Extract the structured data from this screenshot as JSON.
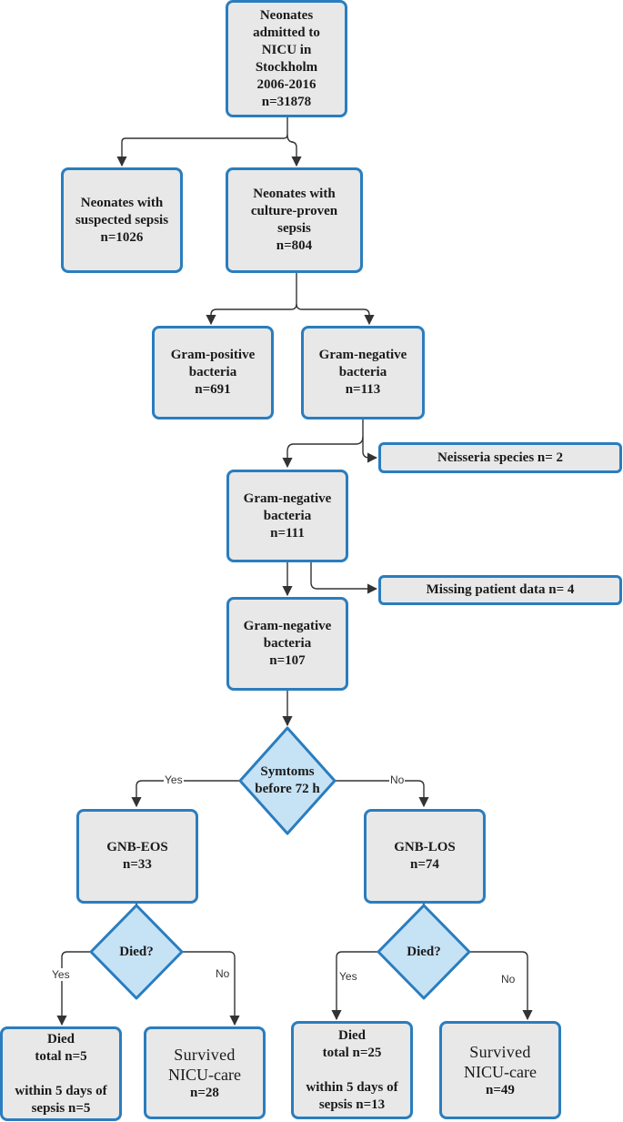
{
  "nodes": {
    "admitted": [
      "Neonates",
      "admitted to",
      "NICU in",
      "Stockholm",
      "2006-2016",
      "n=31878"
    ],
    "suspected": [
      "Neonates with",
      "suspected sepsis",
      "n=1026"
    ],
    "culture_proven": [
      "Neonates with",
      "culture-proven",
      "sepsis",
      "n=804"
    ],
    "gram_positive": [
      "Gram-positive",
      "bacteria",
      "n=691"
    ],
    "gram_negative_113": [
      "Gram-negative",
      "bacteria",
      "n=113"
    ],
    "neisseria": "Neisseria species n= 2",
    "gram_negative_111": [
      "Gram-negative",
      "bacteria",
      "n=111"
    ],
    "missing": "Missing patient data n= 4",
    "gram_negative_107": [
      "Gram-negative",
      "bacteria",
      "n=107"
    ],
    "symptoms_decision": [
      "Symtoms",
      "before 72 h"
    ],
    "gnb_eos": [
      "GNB-EOS",
      "n=33"
    ],
    "gnb_los": [
      "GNB-LOS",
      "n=74"
    ],
    "died_decision_eos": "Died?",
    "died_decision_los": "Died?",
    "died_eos": [
      "Died",
      "total n=5",
      "within 5 days of",
      "sepsis n=5"
    ],
    "survived_eos": [
      "Survived",
      "NICU-care",
      "n=28"
    ],
    "died_los": [
      "Died",
      "total n=25",
      "within 5 days of",
      "sepsis n=13"
    ],
    "survived_los": [
      "Survived",
      "NICU-care",
      "n=49"
    ]
  },
  "edge_labels": {
    "yes": "Yes",
    "no": "No"
  },
  "colors": {
    "box_fill": "#e8e8e8",
    "box_border": "#2a7dbe",
    "decision_fill": "#c6e2f5",
    "connector": "#333333"
  }
}
